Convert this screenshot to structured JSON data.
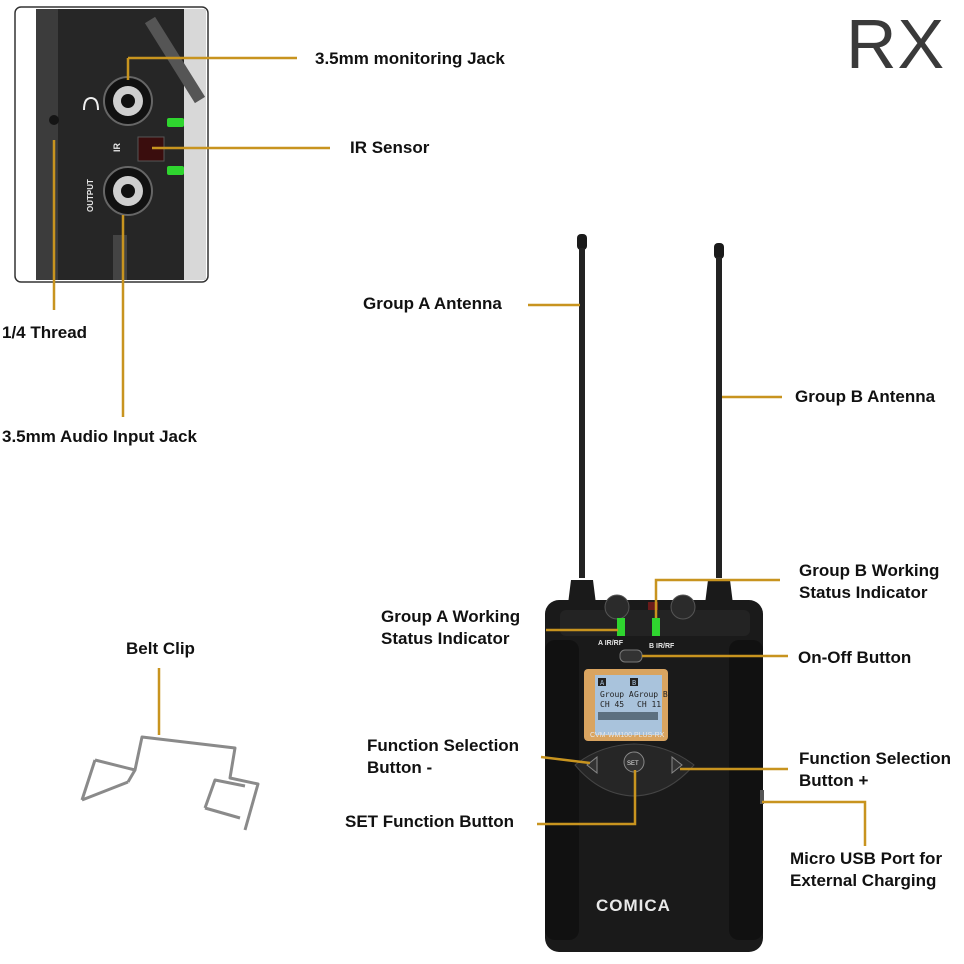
{
  "title": "RX",
  "labels": {
    "monitoring_jack": "3.5mm monitoring Jack",
    "ir_sensor": "IR Sensor",
    "thread": "1/4 Thread",
    "audio_input_jack": "3.5mm Audio Input Jack",
    "group_a_antenna": "Group A Antenna",
    "group_b_antenna": "Group B Antenna",
    "group_b_status_1": "Group B Working",
    "group_b_status_2": "Status Indicator",
    "group_a_status_1": "Group A Working",
    "group_a_status_2": "Status Indicator",
    "on_off": "On-Off Button",
    "belt_clip": "Belt Clip",
    "func_minus_1": "Function Selection",
    "func_minus_2": "Button -",
    "func_plus_1": "Function Selection",
    "func_plus_2": "Button +",
    "set_button": "SET Function Button",
    "usb_1": "Micro USB Port for",
    "usb_2": "External Charging"
  },
  "device": {
    "brand": "COMICA",
    "model": "CVM-WM100 PLUS-RX",
    "port_a": "A IR/RF",
    "port_b": "B IR/RF",
    "set_key": "SET",
    "inset_ir": "IR",
    "inset_output": "OUTPUT",
    "lcd": {
      "group_a": "Group  A",
      "ch_a": "CH 45",
      "group_b": "Group  B",
      "ch_b": "CH 11",
      "tag_a": "A",
      "tag_b": "B"
    }
  },
  "colors": {
    "leader_line": "#c8941f",
    "led_green": "#2fd52f",
    "lcd_bg": "#a9c3dc",
    "lcd_frame": "#d9a460",
    "device_body": "#1a1a1a"
  }
}
